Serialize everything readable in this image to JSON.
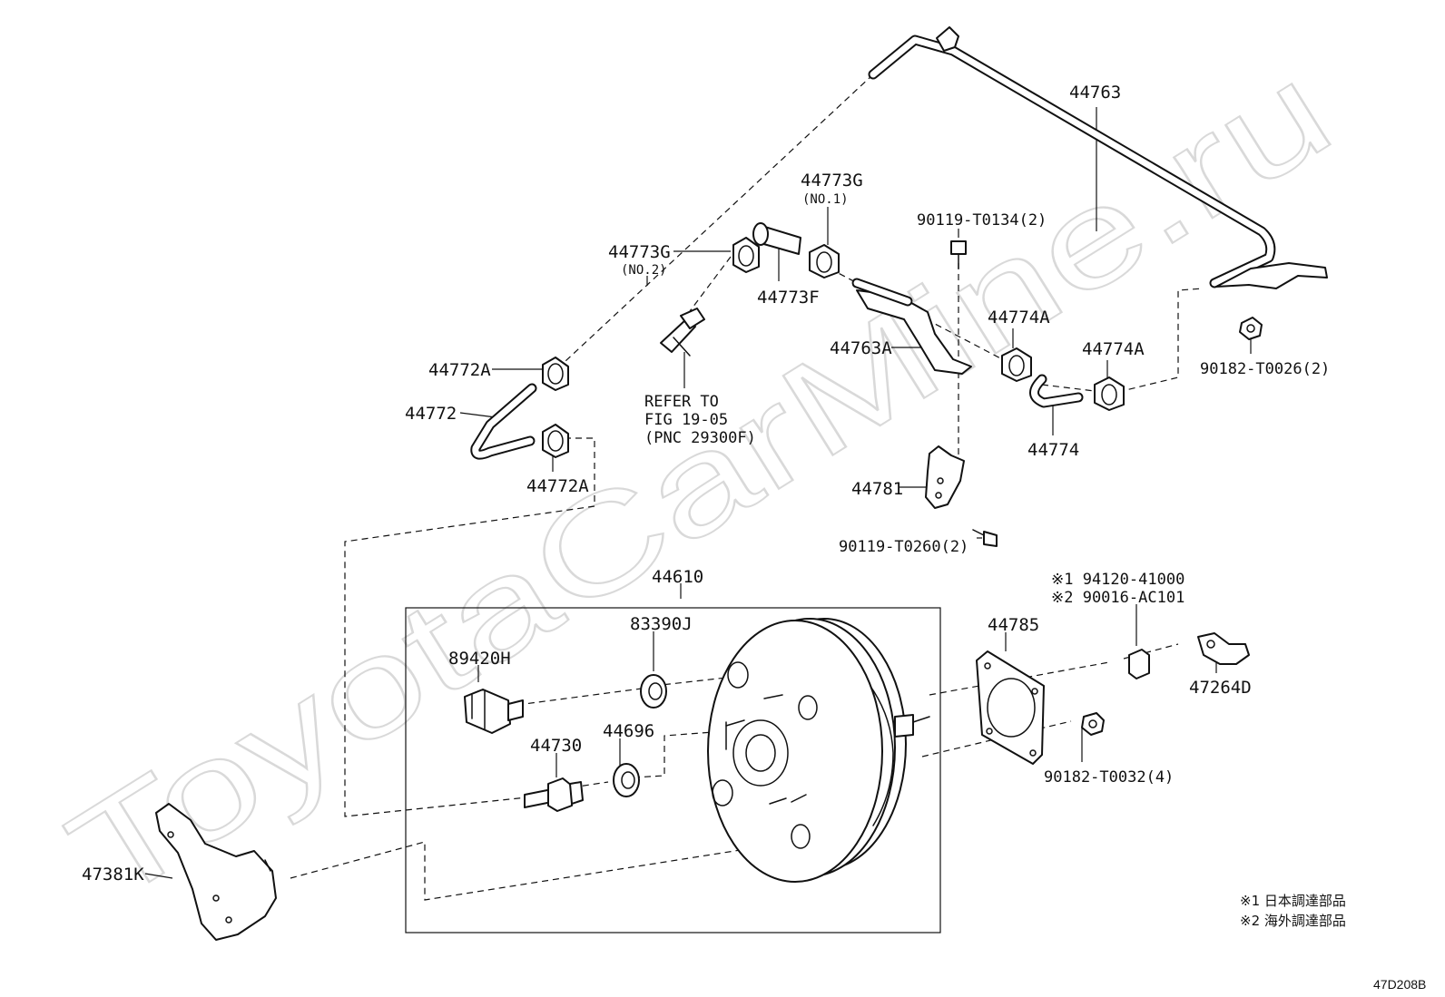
{
  "watermark": "ToyotaCarMine.ru",
  "figure_code": "47D208B",
  "labels": {
    "p44763": "44763",
    "p44773g_1": "44773G",
    "p44773g_1_sub": "(NO.1)",
    "p44773g_2": "44773G",
    "p44773g_2_sub": "(NO.2)",
    "p44773f": "44773F",
    "p90119_t0134": "90119-T0134(2)",
    "p44774a_1": "44774A",
    "p44774a_2": "44774A",
    "p44763a": "44763A",
    "p90182_t0026": "90182-T0026(2)",
    "p44772a_1": "44772A",
    "p44772": "44772",
    "p44772a_2": "44772A",
    "p44774": "44774",
    "ref_line1": "REFER TO",
    "ref_line2": "FIG 19-05",
    "ref_line3": "(PNC 29300F)",
    "p44781": "44781",
    "p90119_t0260": "90119-T0260(2)",
    "p44610": "44610",
    "p94120_41000": "※1 94120-41000",
    "p90016_ac101": "※2 90016-AC101",
    "p83390j": "83390J",
    "p44785": "44785",
    "p89420h": "89420H",
    "p47264d": "47264D",
    "p44730": "44730",
    "p44696": "44696",
    "p90182_t0032": "90182-T0032(4)",
    "p47381k": "47381K"
  },
  "notes": {
    "note1": "※1 日本調達部品",
    "note2": "※2 海外調達部品"
  }
}
